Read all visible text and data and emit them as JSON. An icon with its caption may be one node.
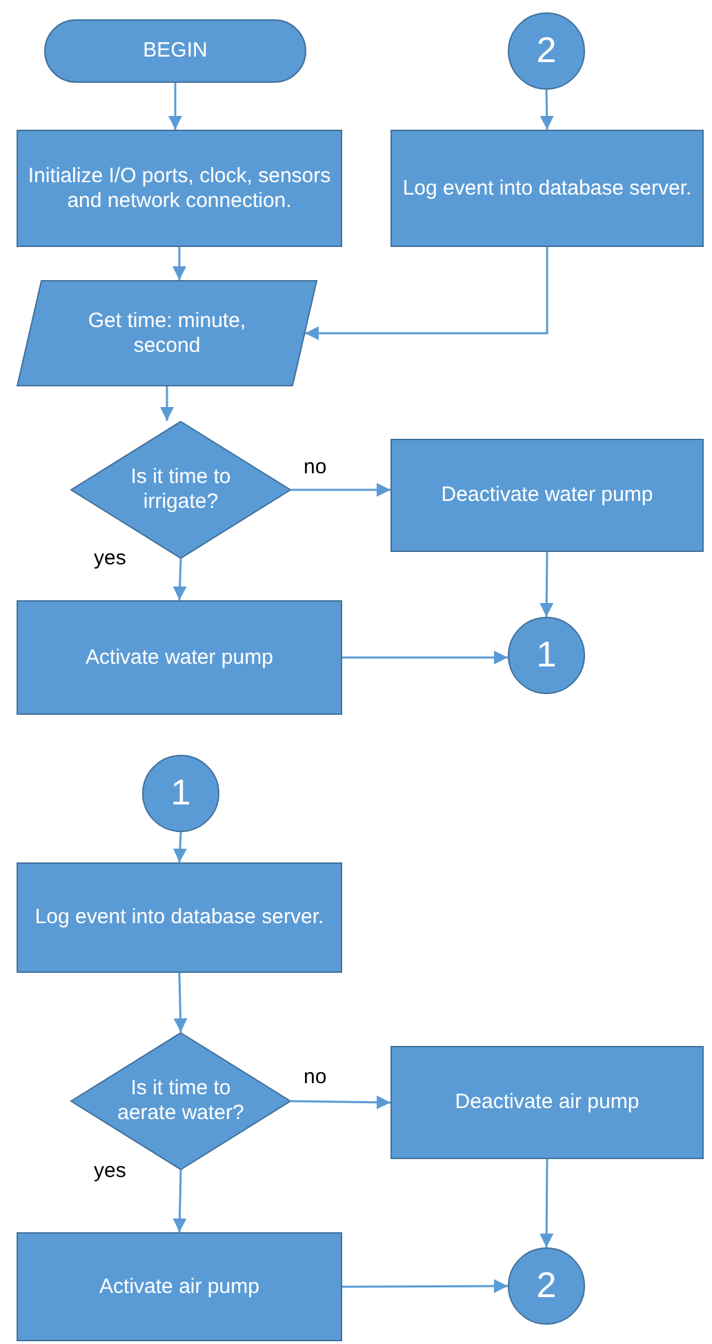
{
  "diagram": {
    "nodes": [
      {
        "text": [
          "BEGIN"
        ]
      },
      {
        "text": [
          "2"
        ]
      },
      {
        "text": [
          "Initialize I/O ports, clock, sensors and network connection."
        ]
      },
      {
        "text": [
          "Log event into database server."
        ]
      },
      {
        "text": [
          "Get time: minute, second"
        ]
      },
      {
        "text": [
          "Is it time to irrigate?"
        ]
      },
      {
        "text": [
          "Deactivate water pump"
        ]
      },
      {
        "text": [
          "Activate water pump"
        ]
      },
      {
        "text": [
          "1"
        ]
      },
      {
        "text": [
          "1"
        ]
      },
      {
        "text": [
          "Log event into database server."
        ]
      },
      {
        "text": [
          "Is it time to aerate water?"
        ]
      },
      {
        "text": [
          "Deactivate air pump"
        ]
      },
      {
        "text": [
          "Activate air pump"
        ]
      },
      {
        "text": [
          "2"
        ]
      }
    ],
    "edges": [
      {
        "from": 0,
        "to": 2,
        "arrow": "to"
      },
      {
        "from": 1,
        "to": 3,
        "arrow": "to"
      },
      {
        "from": 3,
        "to": 4,
        "arrow": "to"
      },
      {
        "from": 2,
        "to": 4,
        "arrow": "to"
      },
      {
        "from": 4,
        "to": 5,
        "arrow": "to"
      },
      {
        "from": 5,
        "to": 6,
        "arrow": "to",
        "label": "no"
      },
      {
        "from": 5,
        "to": 7,
        "arrow": "to",
        "label": "yes"
      },
      {
        "from": 6,
        "to": 8,
        "arrow": "to"
      },
      {
        "from": 7,
        "to": 8,
        "arrow": "to"
      },
      {
        "from": 9,
        "to": 10,
        "arrow": "to"
      },
      {
        "from": 10,
        "to": 11,
        "arrow": "to"
      },
      {
        "from": 11,
        "to": 12,
        "arrow": "to",
        "label": "no"
      },
      {
        "from": 11,
        "to": 13,
        "arrow": "to",
        "label": "yes"
      },
      {
        "from": 12,
        "to": 14,
        "arrow": "to"
      },
      {
        "from": 13,
        "to": 14,
        "arrow": "to"
      }
    ]
  }
}
